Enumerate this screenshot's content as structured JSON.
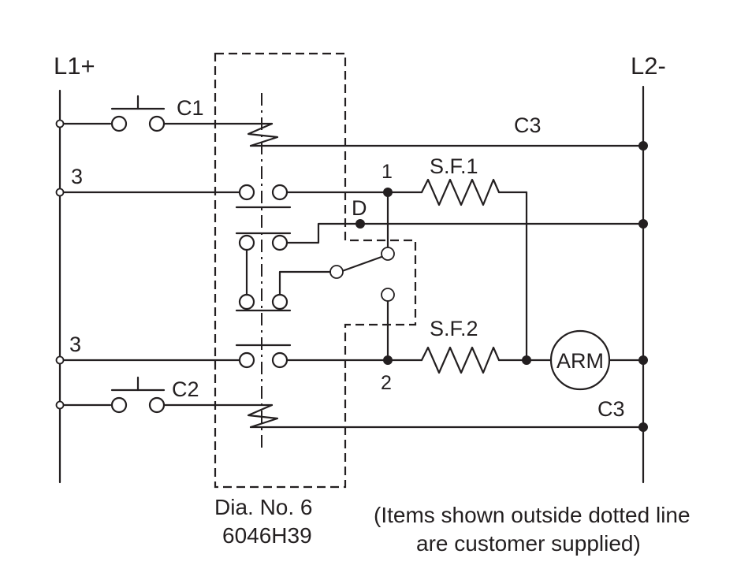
{
  "labels": {
    "line1": "L1+",
    "line2": "L2-",
    "pushbutton_top": "C1",
    "pushbutton_bottom": "C2",
    "wire_top": "3",
    "wire_bottom": "3",
    "node_1": "1",
    "node_2": "2",
    "node_d": "D",
    "field_1": "S.F.1",
    "field_2": "S.F.2",
    "armature": "ARM",
    "coil_top": "C3",
    "coil_bottom": "C3"
  },
  "footer": {
    "diagram_no": "Dia. No. 6",
    "part_no": "6046H39",
    "note_line1": "(Items shown outside dotted line",
    "note_line2": "are customer supplied)"
  }
}
